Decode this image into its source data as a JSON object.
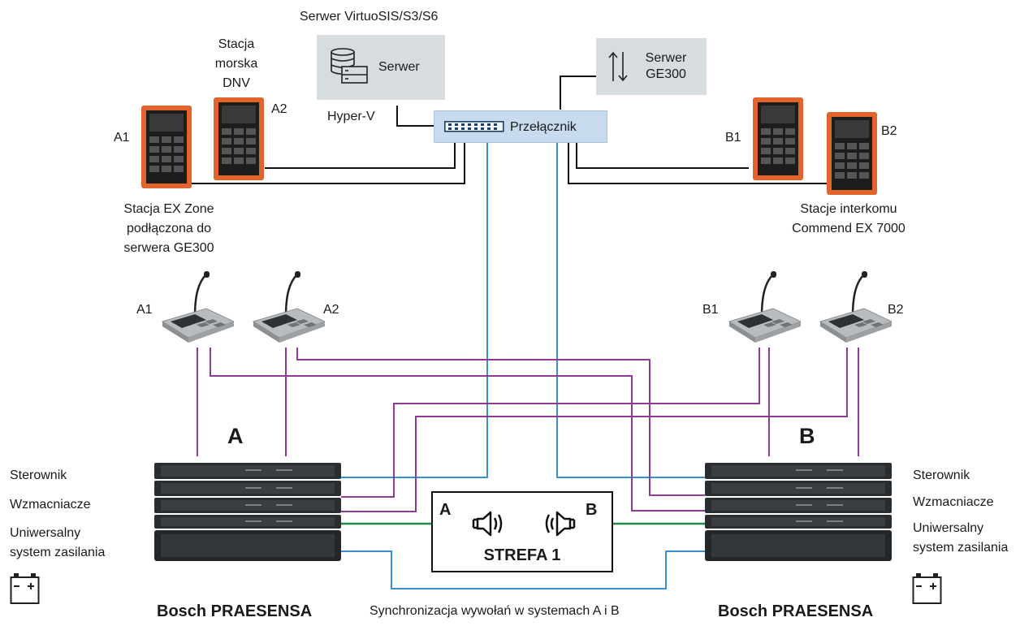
{
  "top": {
    "server_group_label": "Serwer VirtuoSIS/S3/S6",
    "server_label": "Serwer",
    "hyperv_label": "Hyper-V",
    "ge300_line1": "Serwer",
    "ge300_line2": "GE300",
    "switch_label": "Przełącznik"
  },
  "left_stations": {
    "dnv_line1": "Stacja",
    "dnv_line2": "morska",
    "dnv_line3": "DNV",
    "a1": "A1",
    "a2": "A2",
    "ex_line1": "Stacja EX Zone",
    "ex_line2": "podłączona do",
    "ex_line3": "serwera GE300"
  },
  "right_stations": {
    "b1": "B1",
    "b2": "B2",
    "intercom_line1": "Stacje interkomu",
    "intercom_line2": "Commend EX 7000"
  },
  "call_stations": {
    "a1": "A1",
    "a2": "A2",
    "b1": "B1",
    "b2": "B2"
  },
  "system_a": {
    "letter": "A",
    "controller": "Sterownik",
    "amplifiers": "Wzmacniacze",
    "power_line1": "Uniwersalny",
    "power_line2": "system zasilania",
    "product": "Bosch PRAESENSA"
  },
  "system_b": {
    "letter": "B",
    "controller": "Sterownik",
    "amplifiers": "Wzmacniacze",
    "power_line1": "Uniwersalny",
    "power_line2": "system zasilania",
    "product": "Bosch PRAESENSA"
  },
  "zone": {
    "label": "STREFA 1",
    "a": "A",
    "b": "B"
  },
  "sync_label": "Synchronizacja wywołań w systemach A i B",
  "colors": {
    "ethernet": "#3a8fd0",
    "purple": "#8e3b98",
    "green": "#1f8a4c",
    "cable": "#111111",
    "switch_bg": "#c8dbee",
    "server_bg": "#d7dcdf",
    "station_orange": "#e0642c"
  }
}
